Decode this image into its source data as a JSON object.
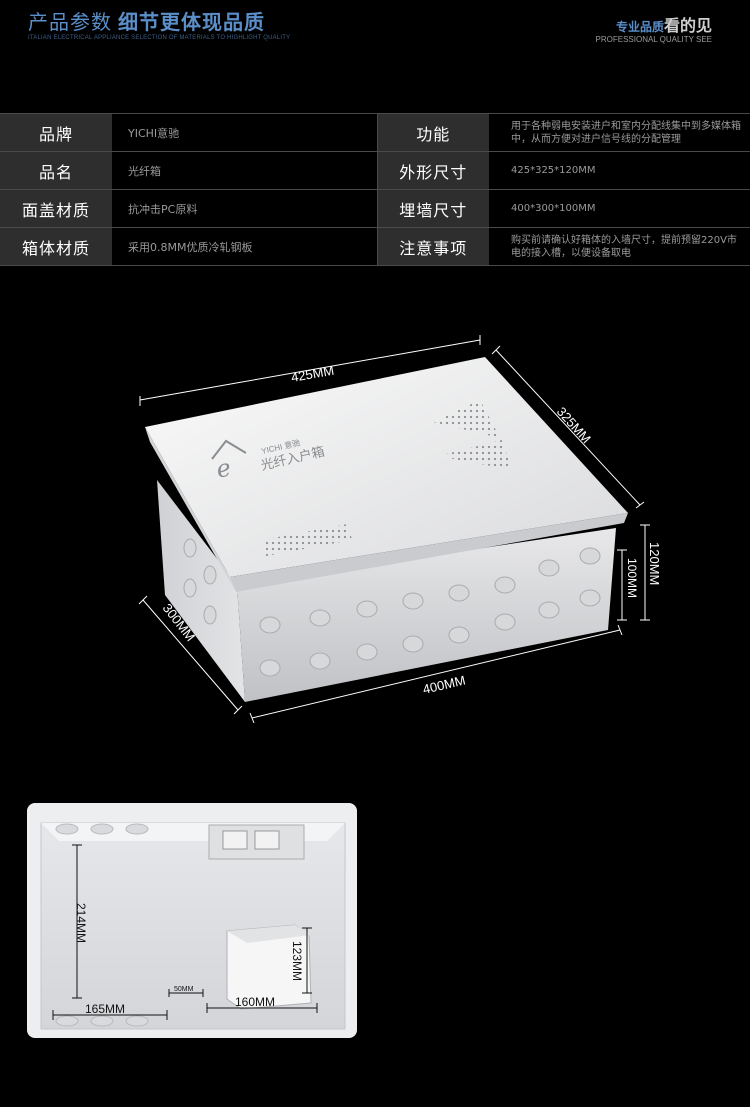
{
  "header": {
    "title_thin": "产品参数",
    "title_bold": "细节更体现品质",
    "subtitle": "ITALIAN ELECTRICAL APPLIANCE SELECTION OF MATERIALS TO HIGHLIGHT QUALITY",
    "right_a": "专业品质",
    "right_b": "看的见",
    "right_en": "PROFESSIONAL QUALITY SEE"
  },
  "specs": [
    {
      "k1": "品牌",
      "v1": "YICHI意驰",
      "k2": "功能",
      "v2": "用于各种弱电安装进户和室内分配线集中到多媒体箱中，从而方便对进户信号线的分配管理"
    },
    {
      "k1": "品名",
      "v1": "光纤箱",
      "k2": "外形尺寸",
      "v2": "425*325*120MM"
    },
    {
      "k1": "面盖材质",
      "v1": "抗冲击PC原料",
      "k2": "埋墙尺寸",
      "v2": "400*300*100MM"
    },
    {
      "k1": "箱体材质",
      "v1": "采用0.8MM优质冷轧钢板",
      "k2": "注意事项",
      "v2": "购买前请确认好箱体的入墙尺寸，提前预留220V市电的接入槽，以便设备取电"
    }
  ],
  "product": {
    "logo_letter": "e",
    "brand_mark": "YICHI 意驰",
    "product_label": "光纤入户箱",
    "dims": {
      "top_width": "425MM",
      "top_depth": "325MM",
      "front_width": "400MM",
      "side_height": "300MM",
      "outer_height": "120MM",
      "inner_height": "100MM"
    }
  },
  "interior": {
    "dims": {
      "height_left": "214MM",
      "width_left": "165MM",
      "gap": "50MM",
      "module_width": "160MM",
      "module_height": "123MM"
    }
  }
}
